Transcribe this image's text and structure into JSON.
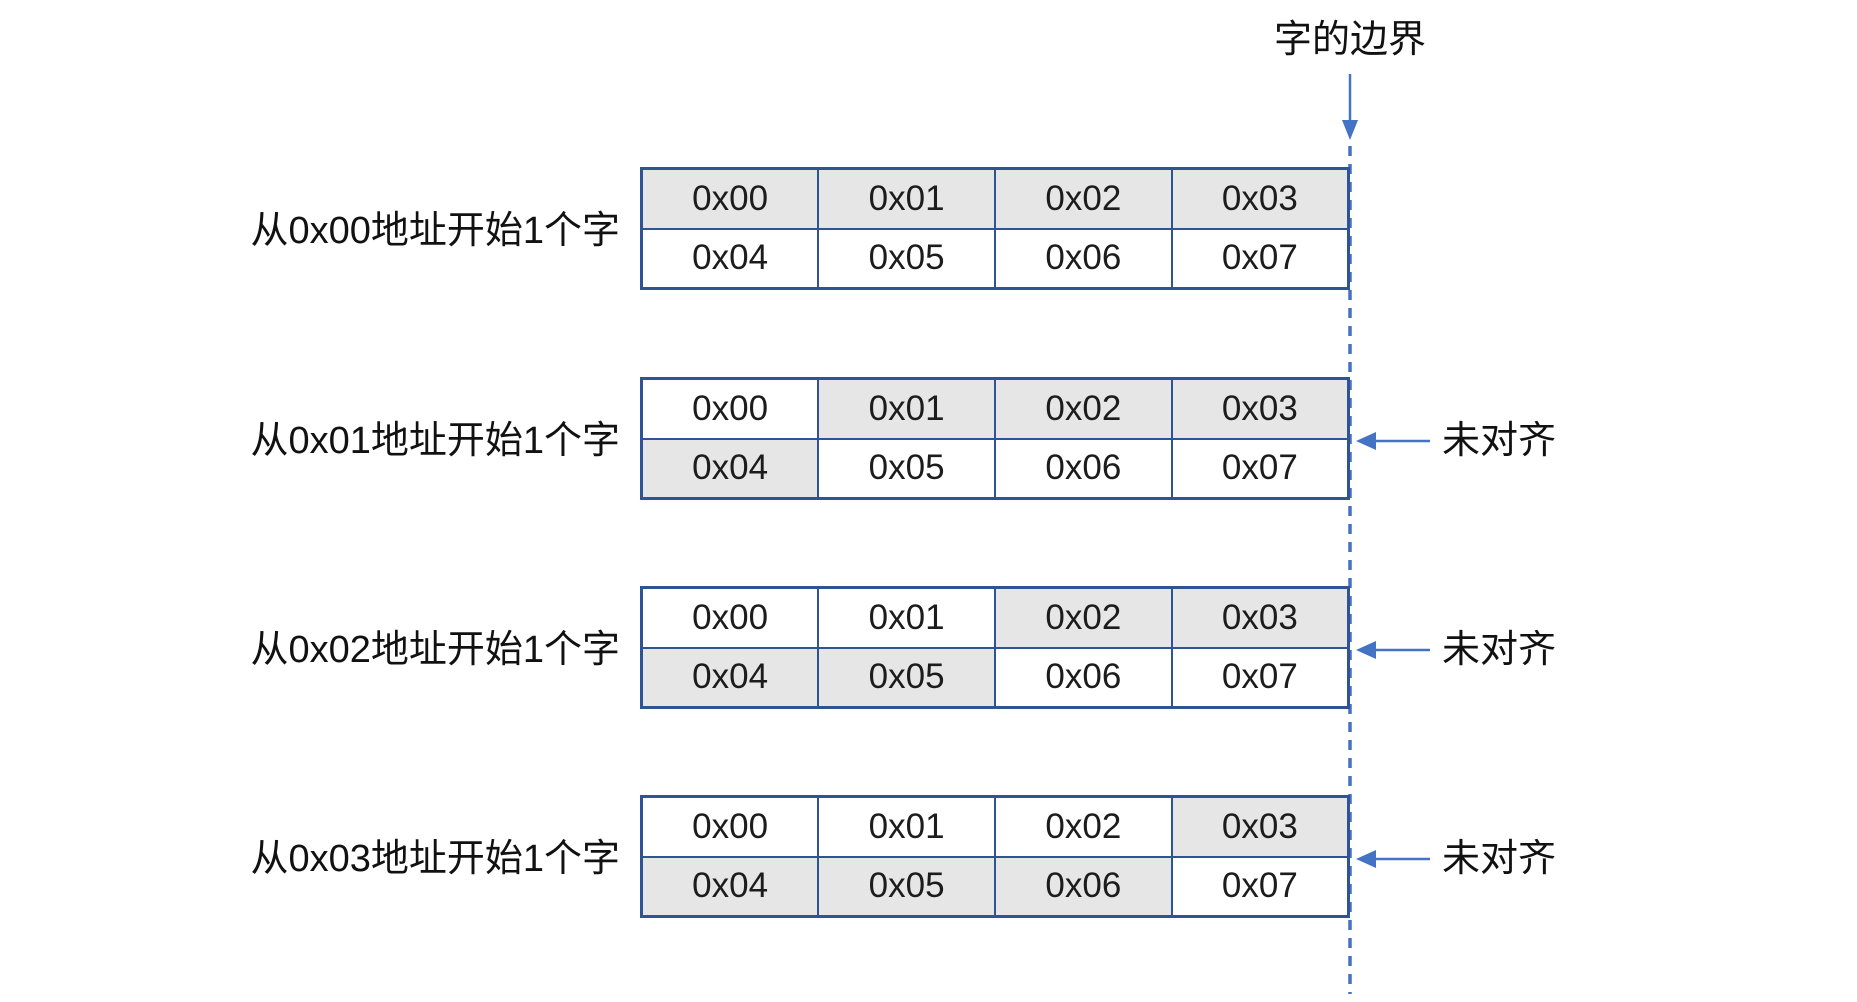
{
  "title": "字的边界",
  "unaligned_label": "未对齐",
  "colors": {
    "table_border": "#2F5496",
    "accent_blue": "#4472C4",
    "shaded_fill": "#E7E6E6"
  },
  "rows": [
    {
      "label": "从0x00地址开始1个字",
      "unaligned": false,
      "bytes": [
        [
          {
            "text": "0x00",
            "shaded": true
          },
          {
            "text": "0x01",
            "shaded": true
          },
          {
            "text": "0x02",
            "shaded": true
          },
          {
            "text": "0x03",
            "shaded": true
          }
        ],
        [
          {
            "text": "0x04",
            "shaded": false
          },
          {
            "text": "0x05",
            "shaded": false
          },
          {
            "text": "0x06",
            "shaded": false
          },
          {
            "text": "0x07",
            "shaded": false
          }
        ]
      ]
    },
    {
      "label": "从0x01地址开始1个字",
      "unaligned": true,
      "bytes": [
        [
          {
            "text": "0x00",
            "shaded": false
          },
          {
            "text": "0x01",
            "shaded": true
          },
          {
            "text": "0x02",
            "shaded": true
          },
          {
            "text": "0x03",
            "shaded": true
          }
        ],
        [
          {
            "text": "0x04",
            "shaded": true
          },
          {
            "text": "0x05",
            "shaded": false
          },
          {
            "text": "0x06",
            "shaded": false
          },
          {
            "text": "0x07",
            "shaded": false
          }
        ]
      ]
    },
    {
      "label": "从0x02地址开始1个字",
      "unaligned": true,
      "bytes": [
        [
          {
            "text": "0x00",
            "shaded": false
          },
          {
            "text": "0x01",
            "shaded": false
          },
          {
            "text": "0x02",
            "shaded": true
          },
          {
            "text": "0x03",
            "shaded": true
          }
        ],
        [
          {
            "text": "0x04",
            "shaded": true
          },
          {
            "text": "0x05",
            "shaded": true
          },
          {
            "text": "0x06",
            "shaded": false
          },
          {
            "text": "0x07",
            "shaded": false
          }
        ]
      ]
    },
    {
      "label": "从0x03地址开始1个字",
      "unaligned": true,
      "bytes": [
        [
          {
            "text": "0x00",
            "shaded": false
          },
          {
            "text": "0x01",
            "shaded": false
          },
          {
            "text": "0x02",
            "shaded": false
          },
          {
            "text": "0x03",
            "shaded": true
          }
        ],
        [
          {
            "text": "0x04",
            "shaded": true
          },
          {
            "text": "0x05",
            "shaded": true
          },
          {
            "text": "0x06",
            "shaded": true
          },
          {
            "text": "0x07",
            "shaded": false
          }
        ]
      ]
    }
  ]
}
